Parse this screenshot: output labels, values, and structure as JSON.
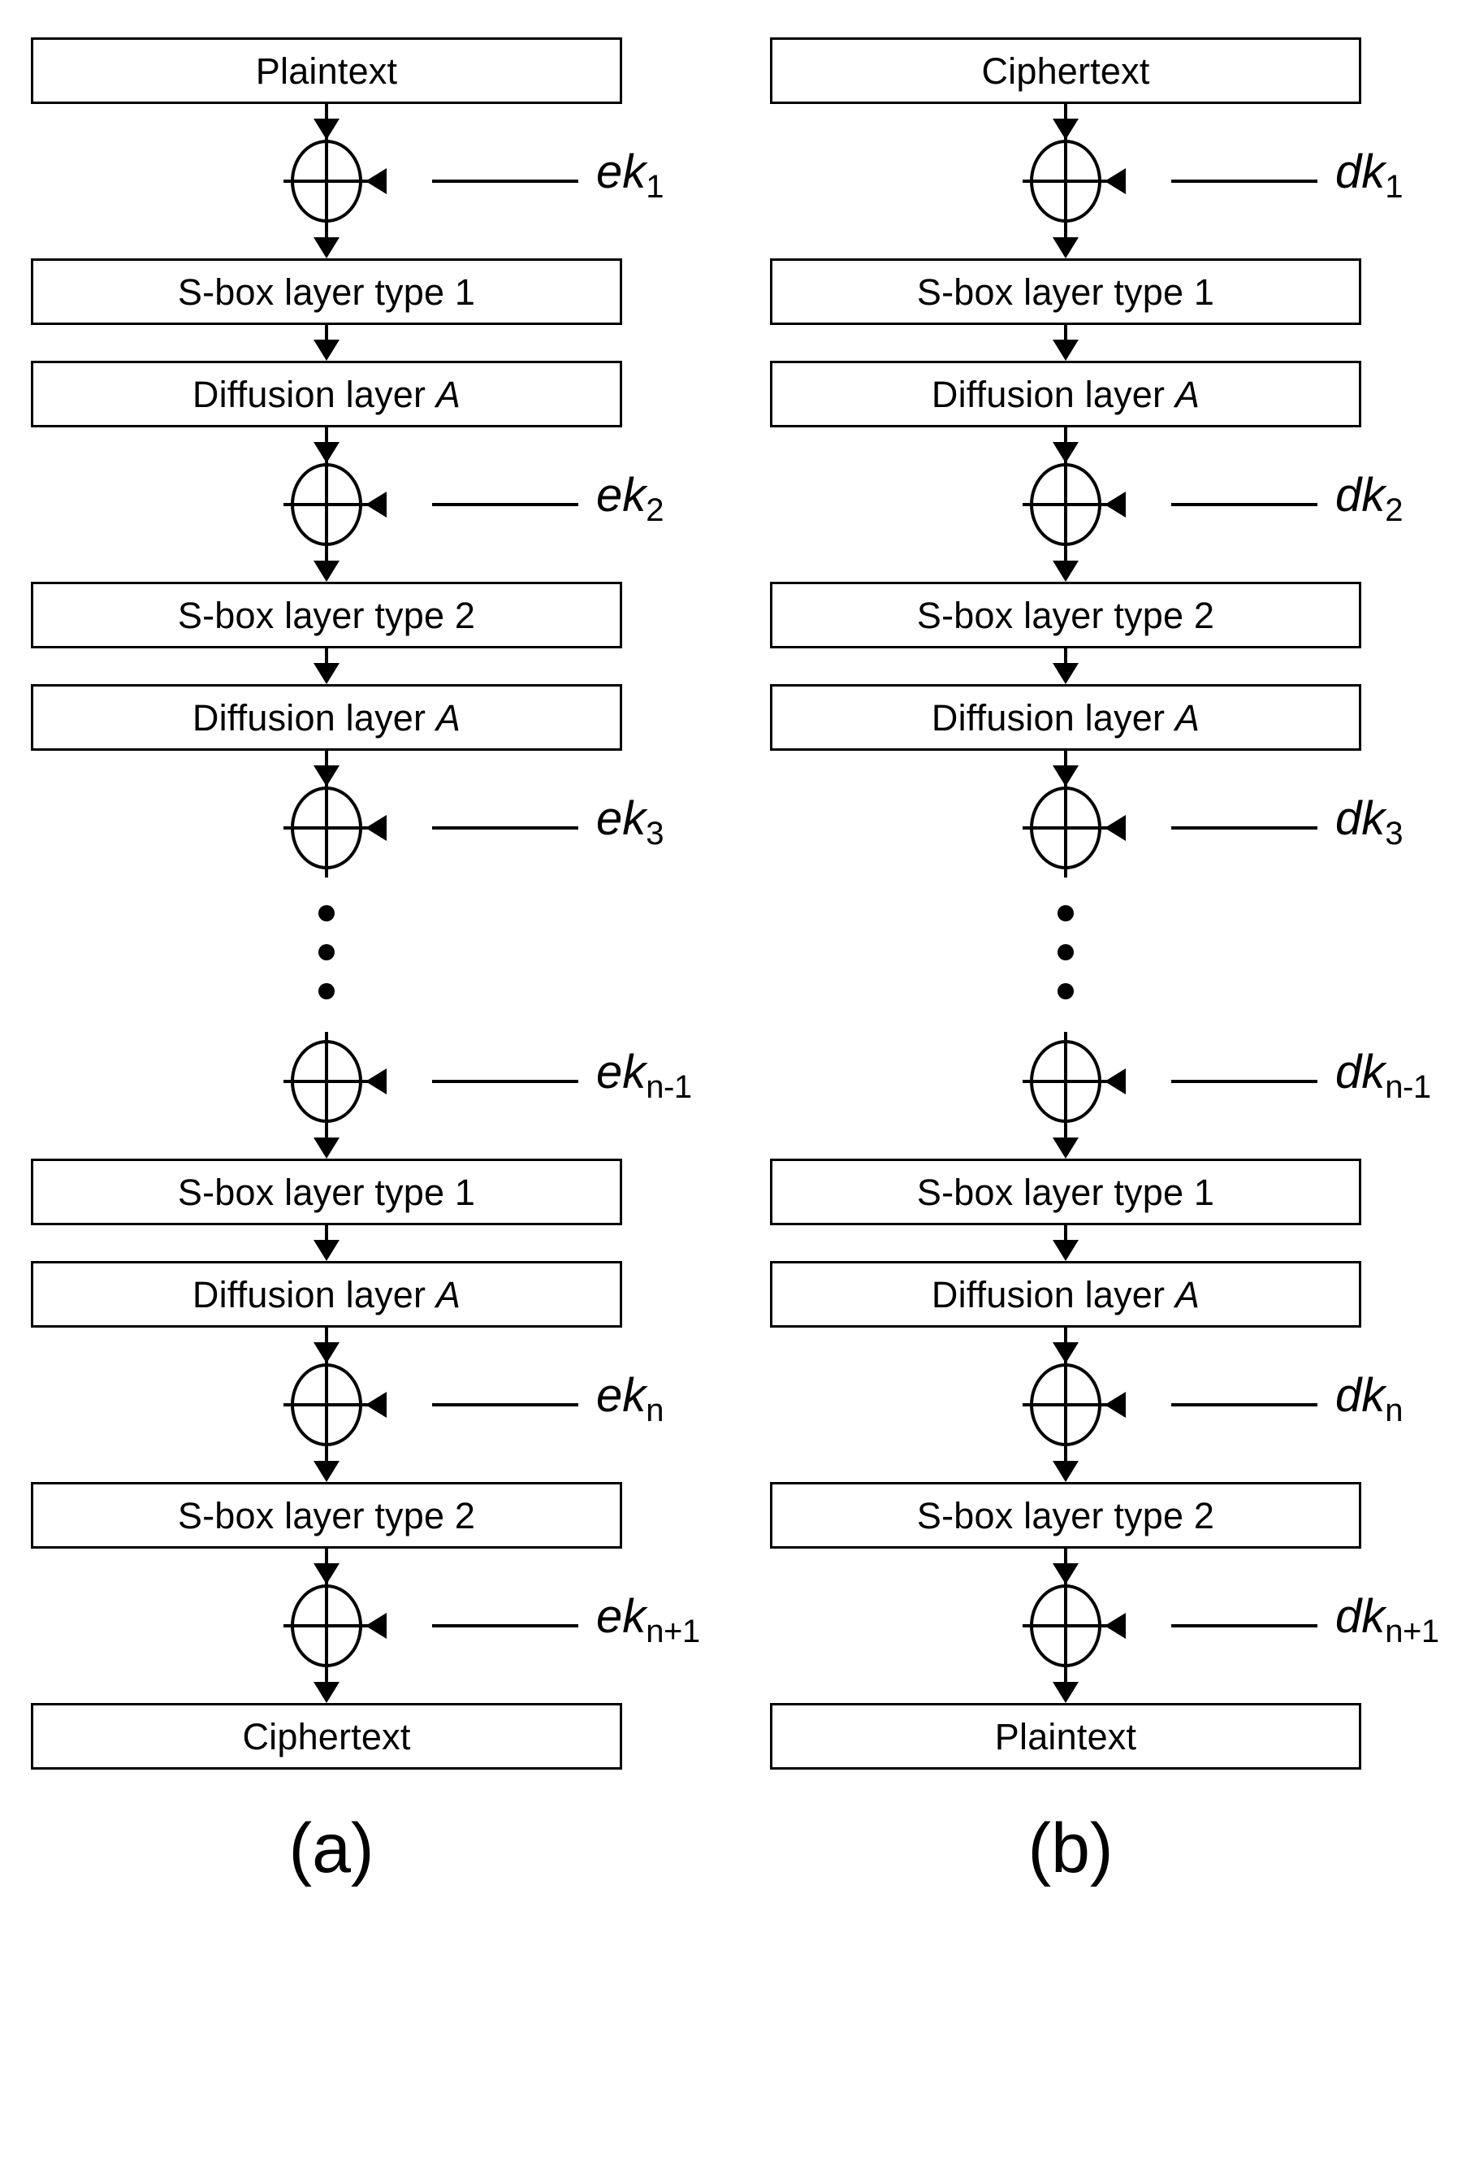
{
  "figure": {
    "type": "block-cipher-round-structure",
    "columns": [
      {
        "id": "encryption",
        "caption": "(a)",
        "key_prefix": "ek",
        "input_box": "Plaintext",
        "output_box": "Ciphertext",
        "steps": [
          {
            "kind": "box",
            "label": "Plaintext"
          },
          {
            "kind": "xor",
            "key": "ek",
            "sub": "1"
          },
          {
            "kind": "box",
            "label": "S-box layer type 1"
          },
          {
            "kind": "box",
            "label": "Diffusion layer ",
            "italic": "A"
          },
          {
            "kind": "xor",
            "key": "ek",
            "sub": "2"
          },
          {
            "kind": "box",
            "label": "S-box layer type 2"
          },
          {
            "kind": "box",
            "label": "Diffusion layer ",
            "italic": "A"
          },
          {
            "kind": "xor",
            "key": "ek",
            "sub": "3"
          },
          {
            "kind": "dots",
            "count": 3
          },
          {
            "kind": "xor",
            "key": "ek",
            "sub": "n-1"
          },
          {
            "kind": "box",
            "label": "S-box layer type 1"
          },
          {
            "kind": "box",
            "label": "Diffusion layer ",
            "italic": "A"
          },
          {
            "kind": "xor",
            "key": "ek",
            "sub": "n"
          },
          {
            "kind": "box",
            "label": "S-box layer type 2"
          },
          {
            "kind": "xor",
            "key": "ek",
            "sub": "n+1"
          },
          {
            "kind": "box",
            "label": "Ciphertext"
          }
        ]
      },
      {
        "id": "decryption",
        "caption": "(b)",
        "key_prefix": "dk",
        "input_box": "Ciphertext",
        "output_box": "Plaintext",
        "steps": [
          {
            "kind": "box",
            "label": "Ciphertext"
          },
          {
            "kind": "xor",
            "key": "dk",
            "sub": "1"
          },
          {
            "kind": "box",
            "label": "S-box layer type 1"
          },
          {
            "kind": "box",
            "label": "Diffusion layer ",
            "italic": "A"
          },
          {
            "kind": "xor",
            "key": "dk",
            "sub": "2"
          },
          {
            "kind": "box",
            "label": "S-box layer type 2"
          },
          {
            "kind": "box",
            "label": "Diffusion layer ",
            "italic": "A"
          },
          {
            "kind": "xor",
            "key": "dk",
            "sub": "3"
          },
          {
            "kind": "dots",
            "count": 3
          },
          {
            "kind": "xor",
            "key": "dk",
            "sub": "n-1"
          },
          {
            "kind": "box",
            "label": "S-box layer type 1"
          },
          {
            "kind": "box",
            "label": "Diffusion layer ",
            "italic": "A"
          },
          {
            "kind": "xor",
            "key": "dk",
            "sub": "n"
          },
          {
            "kind": "box",
            "label": "S-box layer type 2"
          },
          {
            "kind": "xor",
            "key": "dk",
            "sub": "n+1"
          },
          {
            "kind": "box",
            "label": "Plaintext"
          }
        ]
      }
    ],
    "colors": {
      "stroke": "#000000",
      "background": "#ffffff",
      "text": "#000000"
    }
  }
}
